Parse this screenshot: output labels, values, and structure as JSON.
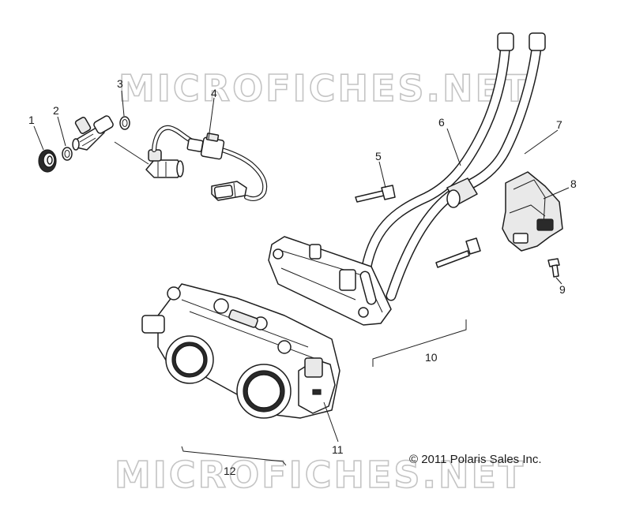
{
  "watermark": "MICROFICHES.NET",
  "copyright": "© 2011 Polaris Sales Inc.",
  "callouts": {
    "c1": "1",
    "c2": "2",
    "c3": "3",
    "c4": "4",
    "c5": "5",
    "c6": "6",
    "c7": "7",
    "c8": "8",
    "c9": "9",
    "c10": "10",
    "c11": "11",
    "c12": "12"
  }
}
